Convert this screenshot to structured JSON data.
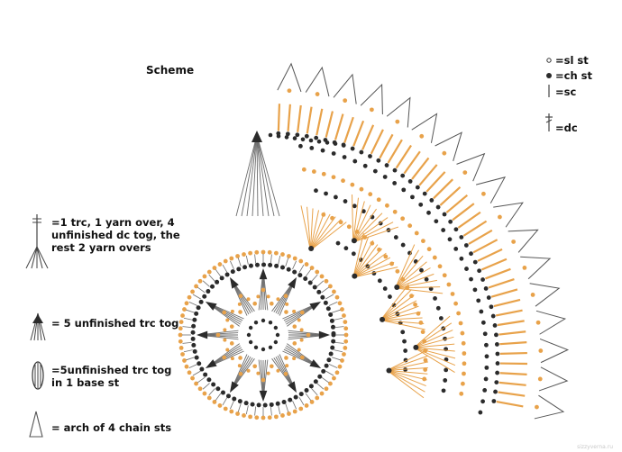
{
  "title": "Scheme",
  "legend_right": [
    {
      "symbol": "sl-st",
      "label": "=sl st"
    },
    {
      "symbol": "ch-st",
      "label": "=ch st"
    },
    {
      "symbol": "sc",
      "label": "=sc"
    },
    {
      "symbol": "dc",
      "label": "=dc"
    }
  ],
  "legend_left": [
    {
      "symbol": "trc-cluster",
      "lines": [
        "=1 trc, 1 yarn over, 4",
        "unfinished dc tog, the",
        "rest 2 yarn overs"
      ]
    },
    {
      "symbol": "five-trc-tog",
      "lines": [
        "= 5 unfinished trc tog"
      ]
    },
    {
      "symbol": "five-trc-base",
      "lines": [
        "=5unfinished trc tog",
        "in 1 base st"
      ]
    },
    {
      "symbol": "arch",
      "lines": [
        "= arch of 4 chain sts"
      ]
    }
  ],
  "colors": {
    "orange": "#e8a24a",
    "dark": "#2b2b2b",
    "gray": "#6e6e6e",
    "text": "#111111"
  },
  "credit": "sizzyverna.ru"
}
